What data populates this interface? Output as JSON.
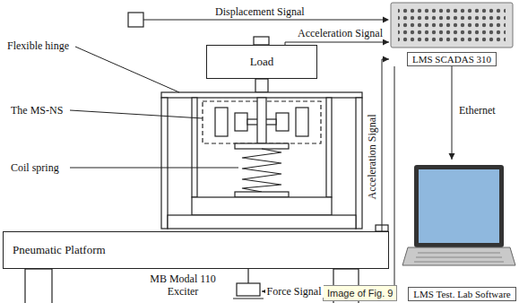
{
  "diagram": {
    "nodes": [
      {
        "text": [
          "Load"
        ]
      },
      {
        "text": [
          "LMS SCADAS 310"
        ]
      },
      {
        "text": [
          "LMS Test. Lab Software"
        ]
      },
      {
        "text": [
          "Pneumatic Platform"
        ]
      },
      {
        "text": [
          "MB Modal 110 Exciter"
        ]
      }
    ],
    "edges": [
      {
        "from": 0,
        "to": 1,
        "arrow": "to",
        "label": "Acceleration Signal"
      },
      {
        "from": 3,
        "to": 1,
        "arrow": "to",
        "label": "Acceleration Signal"
      },
      {
        "from": 1,
        "to": 2,
        "arrow": "to",
        "label": "Ethernet"
      },
      {
        "from": 1,
        "to": 4,
        "arrow": "to",
        "label": "Force Signal"
      }
    ],
    "labels": [
      "Displacement Signal",
      "Flexible hinge",
      "The MS-NS",
      "Coil spring",
      "Image of Fig. 9"
    ]
  }
}
